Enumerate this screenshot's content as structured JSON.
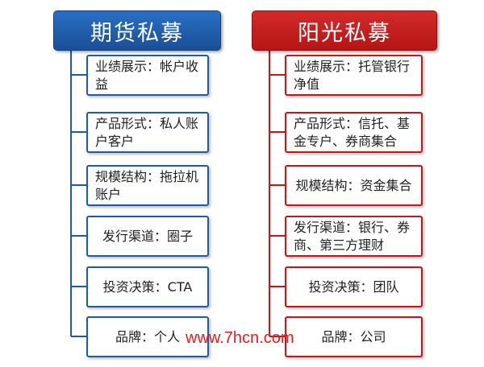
{
  "columns": [
    {
      "title": "期货私募",
      "items": [
        "业绩展示：帐户收益",
        "产品形式：私人账户客户",
        "规模结构：拖拉机账户",
        "发行渠道：圈子",
        "投资决策：CTA",
        "品牌：个人"
      ]
    },
    {
      "title": "阳光私募",
      "items": [
        "业绩展示：托管银行净值",
        "产品形式：信托、基金专户、券商集合",
        "规模结构：资金集合",
        "发行渠道：银行、券商、第三方理财",
        "投资决策：团队",
        "品牌：公司"
      ]
    }
  ],
  "watermark": "www.7hcn.com",
  "colors": {
    "left_accent": "#1f5aa6",
    "right_accent": "#c4161c",
    "watermark": "#e61e1e"
  }
}
